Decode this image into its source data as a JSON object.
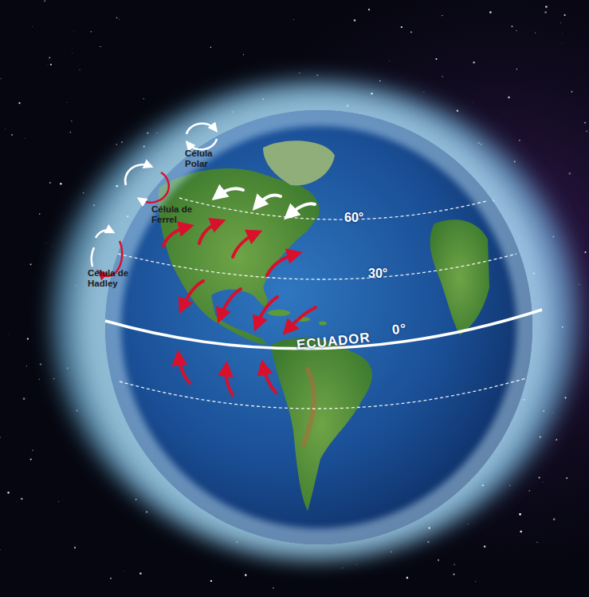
{
  "diagram": {
    "labels": [
      "Célula Polar",
      "Célula de Ferrel",
      "Célula de Hadley",
      "60°",
      "30°",
      "ECUADOR",
      "0°"
    ]
  }
}
